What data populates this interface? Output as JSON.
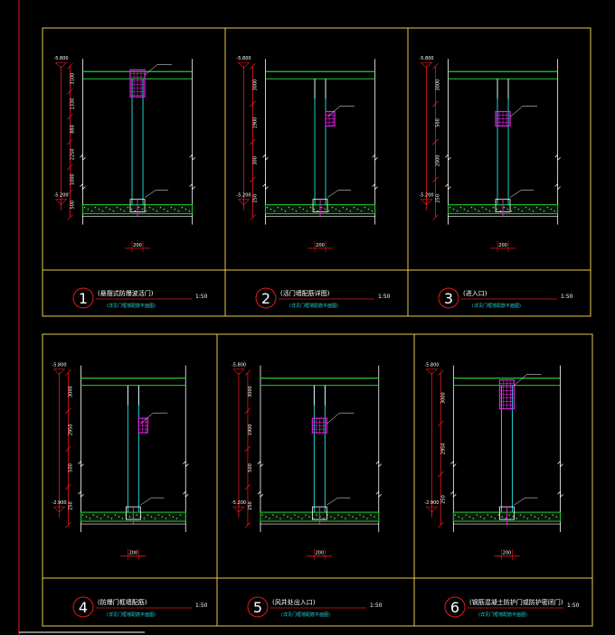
{
  "panels": [
    {
      "num": "1",
      "title": "(悬摆式防爆波活门)",
      "scale": "1:50",
      "sub": "(详见门框墙配筋平面图)",
      "dims": [
        "3100",
        "1330",
        "880",
        "2250",
        "1000",
        "500"
      ],
      "levels": [
        "-5.800",
        "-5.200"
      ],
      "width": "200",
      "type": "A"
    },
    {
      "num": "2",
      "title": "(活门墙配筋详图)",
      "scale": "1:50",
      "sub": "(详见门框墙配筋平面图)",
      "dims": [
        "3000",
        "1900",
        "300",
        "250"
      ],
      "levels": [
        "-5.800",
        "-5.200"
      ],
      "width": "200",
      "type": "B"
    },
    {
      "num": "3",
      "title": "(进入口)",
      "scale": "1:50",
      "sub": "(详见门框墙配筋平面图)",
      "dims": [
        "3000",
        "500",
        "2000",
        "250"
      ],
      "levels": [
        "-5.800",
        "-5.200"
      ],
      "width": "200",
      "type": "C"
    },
    {
      "num": "4",
      "title": "(防爆门框墙配筋)",
      "scale": "1:50",
      "sub": "(详见门框墙配筋平面图)",
      "dims": [
        "3000",
        "2950",
        "500",
        "250"
      ],
      "levels": [
        "-5.800",
        "-2.900"
      ],
      "width": "200",
      "type": "B"
    },
    {
      "num": "5",
      "title": "(风井处出入口)",
      "scale": "1:50",
      "sub": "(详见门框墙配筋平面图)",
      "dims": [
        "3000",
        "1900",
        "500",
        "250"
      ],
      "levels": [
        "-5.800",
        "-5.200"
      ],
      "width": "200",
      "type": "C"
    },
    {
      "num": "6",
      "title": "(钢筋混凝土防护门或防护密闭门)",
      "scale": "1:50",
      "sub": "(详见门框墙配筋平面图)",
      "dims": [
        "3000",
        "2950",
        "250"
      ],
      "levels": [
        "-5.800",
        "-2.900"
      ],
      "width": "200",
      "type": "D"
    }
  ]
}
